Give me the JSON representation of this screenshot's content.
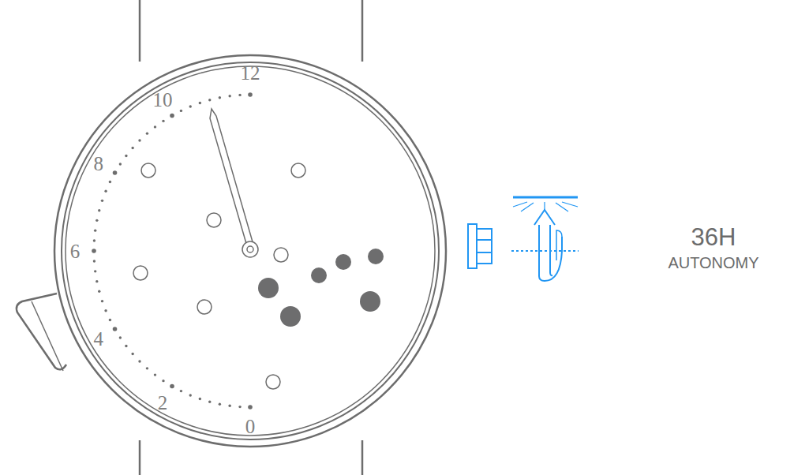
{
  "diagram": {
    "labels": [
      "12",
      "10",
      "8",
      "6",
      "4",
      "2",
      "0",
      "36H",
      "AUTONOMY"
    ]
  }
}
